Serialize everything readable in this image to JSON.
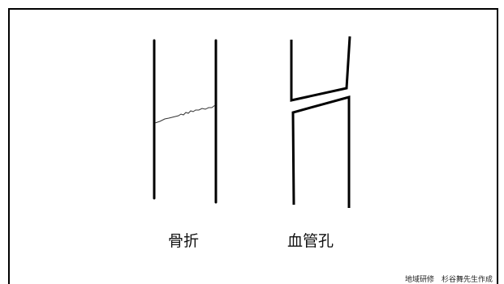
{
  "labels": {
    "fracture": "骨折",
    "vascular_canal": "血管孔"
  },
  "credit": "地域研修　杉谷舞先生作成",
  "colors": {
    "line": "#000000",
    "fracture_line": "#333333",
    "background": "#ffffff"
  }
}
